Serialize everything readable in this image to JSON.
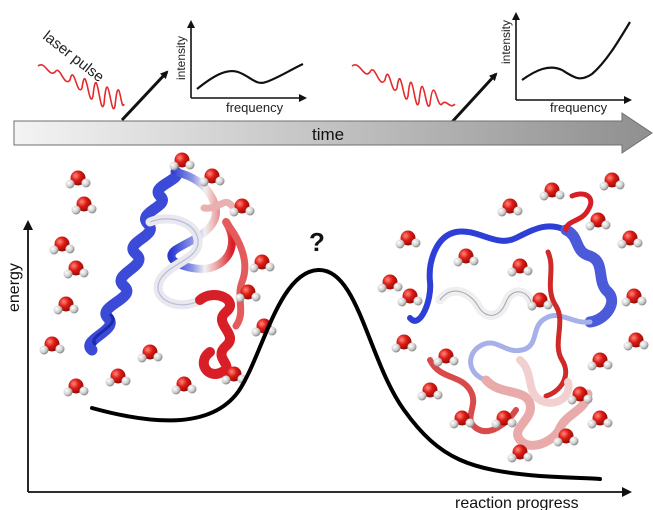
{
  "labels": {
    "laser_pulse": "laser pulse",
    "intensity": "intensity",
    "frequency": "frequency",
    "time": "time",
    "energy": "energy",
    "reaction_progress": "reaction progress",
    "question": "?"
  },
  "colors": {
    "laser": "#e32b2b",
    "arrow": "#111111",
    "curve": "#000000",
    "helix_blue": "#2d3fd6",
    "helix_red": "#d81f27",
    "water_oxygen": "#e01b14",
    "water_hydrogen": "#d9d9d9"
  },
  "icons": {
    "water_molecule": "water-molecule-icon",
    "protein": "protein-ribbon-icon"
  }
}
